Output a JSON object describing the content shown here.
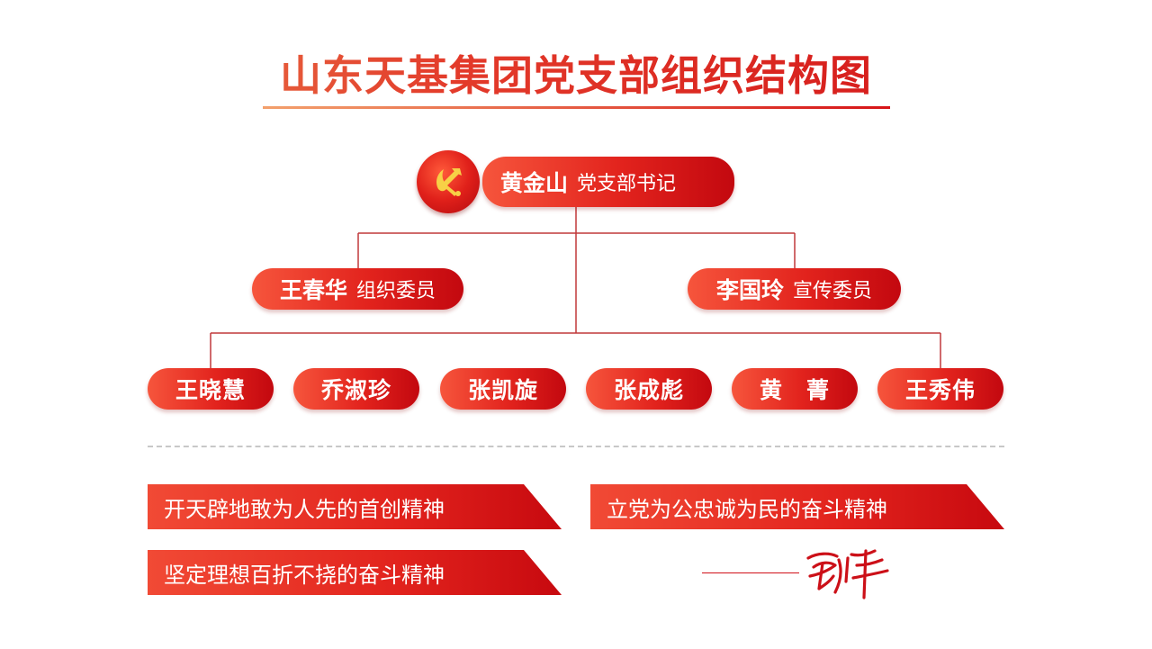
{
  "title": "山东天基集团党支部组织结构图",
  "secretary": {
    "name": "黄金山",
    "role": "党支部书记"
  },
  "committee": [
    {
      "name": "王春华",
      "role": "组织委员"
    },
    {
      "name": "李国玲",
      "role": "宣传委员"
    }
  ],
  "members": [
    "王晓慧",
    "乔淑珍",
    "张凯旋",
    "张成彪",
    "黄　菁",
    "王秀伟"
  ],
  "slogans": [
    "开天辟地敢为人先的首创精神",
    "立党为公忠诚为民的奋斗精神",
    "坚定理想百折不挠的奋斗精神"
  ],
  "colors": {
    "primary": "#e2231d",
    "dark": "#c3080f",
    "light": "#f6553c",
    "emblem_gold": "#f7d046"
  },
  "icons": {
    "emblem": "party-emblem-icon"
  }
}
